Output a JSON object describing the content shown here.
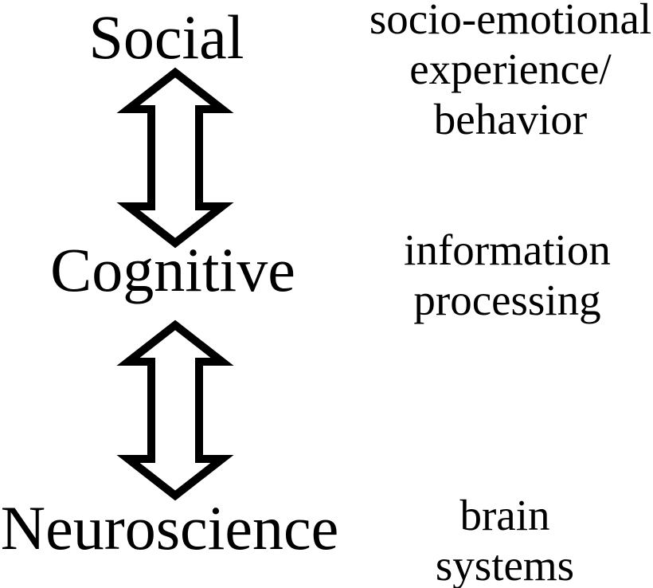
{
  "figure": {
    "background_color": "#ffffff",
    "foreground_color": "#000000"
  },
  "levels": [
    {
      "name": "Social",
      "description_lines": [
        "socio-emotional",
        "experience/",
        "behavior"
      ]
    },
    {
      "name": "Cognitive",
      "description_lines": [
        "information",
        "processing"
      ]
    },
    {
      "name": "Neuroscience",
      "description_lines": [
        "brain",
        "systems"
      ]
    }
  ],
  "connectors": [
    {
      "type": "double-headed-arrow",
      "from": "Social",
      "to": "Cognitive"
    },
    {
      "type": "double-headed-arrow",
      "from": "Cognitive",
      "to": "Neuroscience"
    }
  ]
}
